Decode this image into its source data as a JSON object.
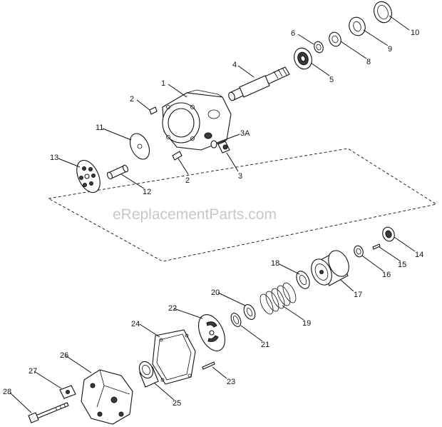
{
  "watermark": "eReplacementParts.com",
  "callouts": [
    "1",
    "2",
    "2",
    "3",
    "3A",
    "4",
    "5",
    "6",
    "8",
    "9",
    "10",
    "11",
    "12",
    "13",
    "14",
    "15",
    "16",
    "17",
    "18",
    "19",
    "20",
    "21",
    "22",
    "23",
    "24",
    "25",
    "26",
    "27",
    "28"
  ],
  "colors": {
    "line": "#111111",
    "watermark": "#c8c8c8",
    "background": "#ffffff"
  }
}
